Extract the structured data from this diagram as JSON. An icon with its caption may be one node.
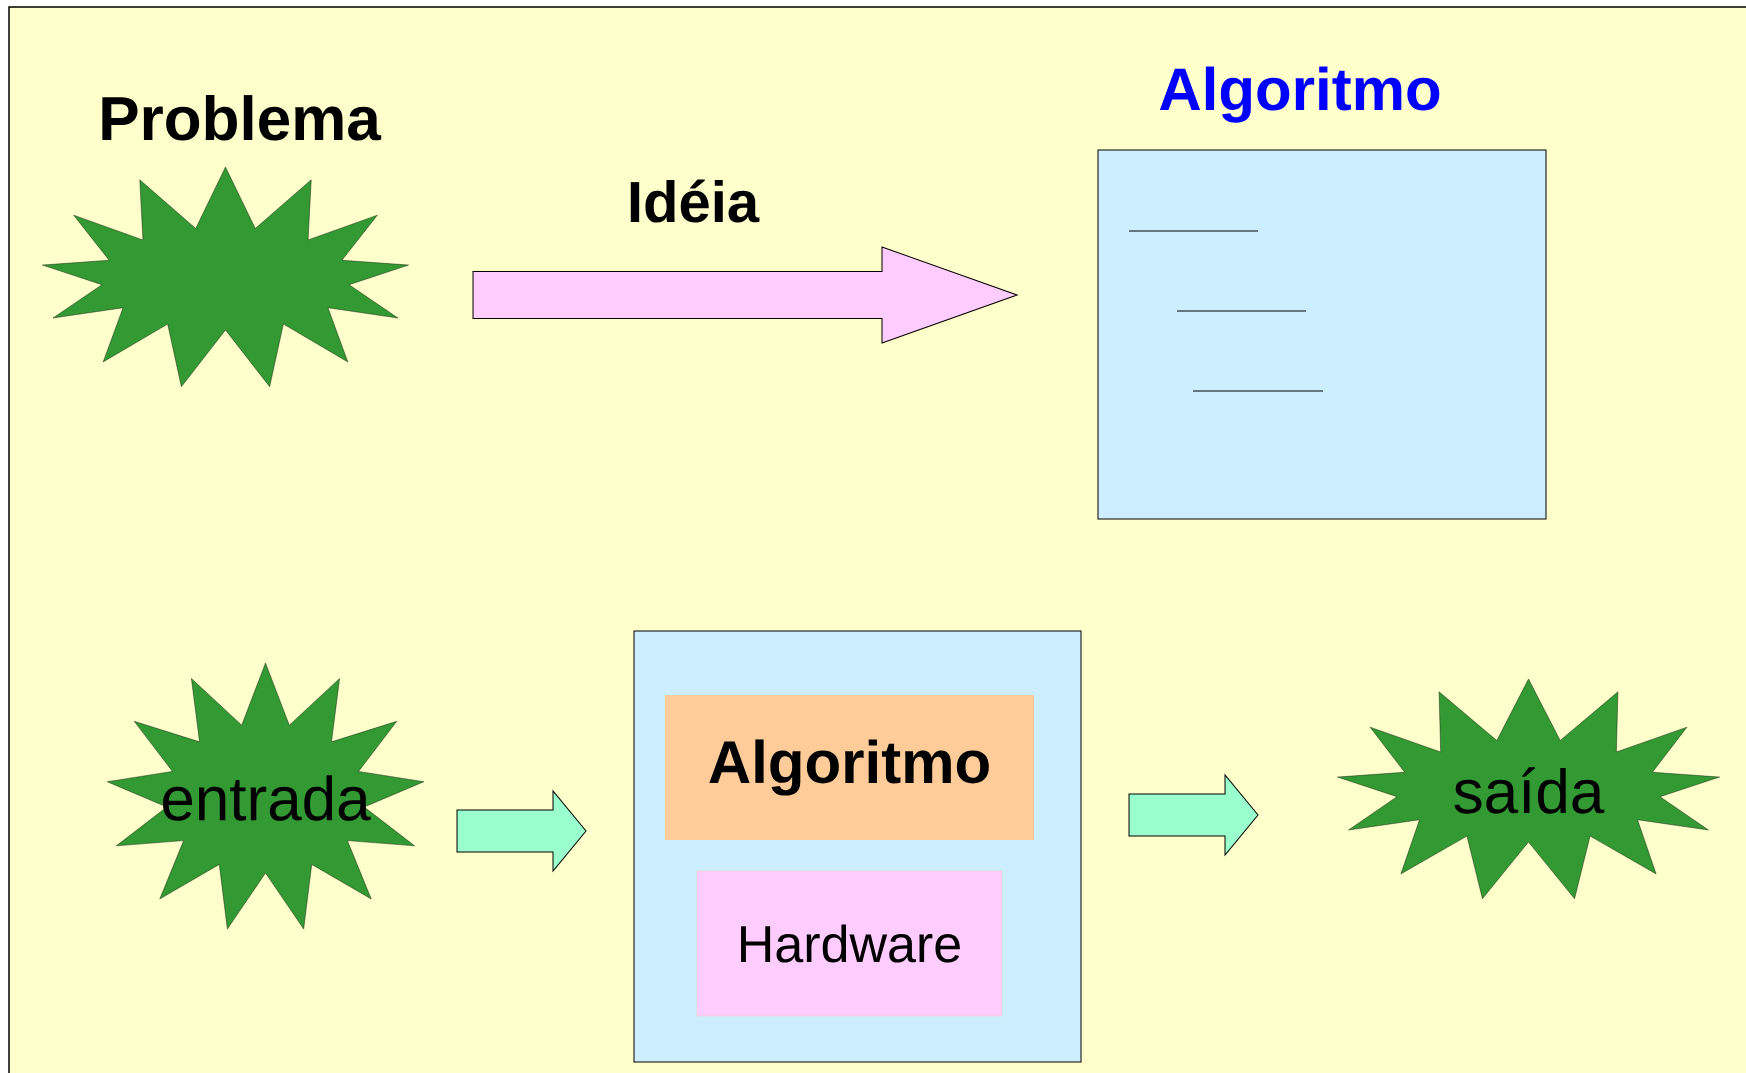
{
  "diagram": {
    "nodes": [
      {
        "text": [
          "Problema"
        ]
      },
      {
        "text": [
          "Algoritmo"
        ]
      },
      {
        "text": [
          "entrada"
        ]
      },
      {
        "text": [],
        "shape": "box"
      },
      {
        "text": [
          "Algoritmo"
        ],
        "in": 3
      },
      {
        "text": [
          "Hardware"
        ],
        "in": 3
      },
      {
        "text": [
          "saída"
        ]
      }
    ],
    "edges": [
      {
        "from": 0,
        "to": 1,
        "arrow": "to",
        "label": "Idéia",
        "color": "#ffccff"
      },
      {
        "from": 2,
        "to": 3,
        "arrow": "to"
      },
      {
        "from": 3,
        "to": 6,
        "arrow": "to"
      }
    ]
  }
}
